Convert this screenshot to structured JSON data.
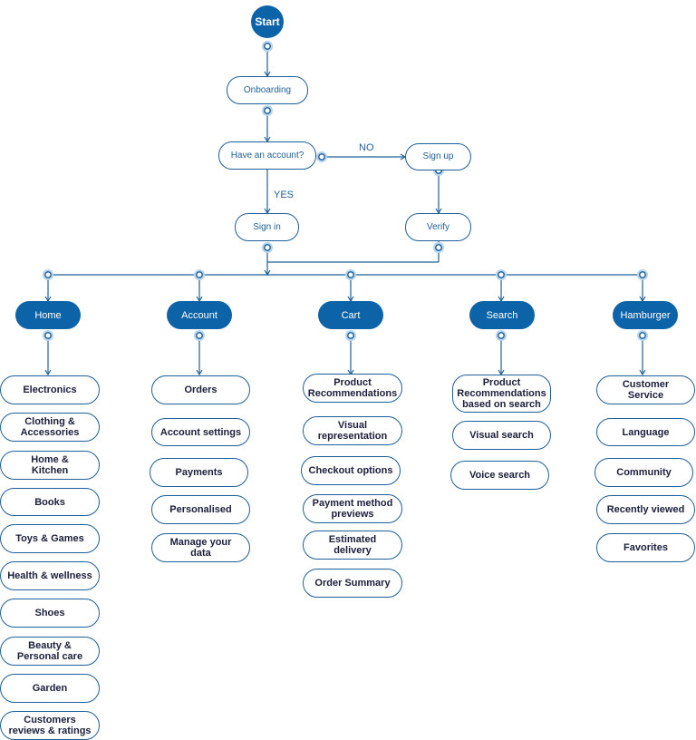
{
  "colors": {
    "accent": "#0d63a8",
    "line": "#1f5f98",
    "connector_halo": "#b3d4ec",
    "leaf_text": "#1b1f3b"
  },
  "flow": {
    "start": "Start",
    "onboarding": "Onboarding",
    "have_account": "Have an account?",
    "sign_up": "Sign up",
    "verify": "Verify",
    "sign_in": "Sign in",
    "label_no": "NO",
    "label_yes": "YES"
  },
  "categories": [
    {
      "label": "Home",
      "items": [
        "Electronics",
        "Clothing &\nAccessories",
        "Home &\nKitchen",
        "Books",
        "Toys & Games",
        "Health & wellness",
        "Shoes",
        "Beauty &\nPersonal care",
        "Garden",
        "Customers\nreviews & ratings"
      ]
    },
    {
      "label": "Account",
      "items": [
        "Orders",
        "Account settings",
        "Payments",
        "Personalised",
        "Manage your\ndata"
      ]
    },
    {
      "label": "Cart",
      "items": [
        "Product\nRecommendations",
        "Visual\nrepresentation",
        "Checkout options",
        "Payment method\npreviews",
        "Estimated\ndelivery",
        "Order Summary"
      ]
    },
    {
      "label": "Search",
      "items": [
        "Product\nRecommendations\nbased on search",
        "Visual search",
        "Voice search"
      ]
    },
    {
      "label": "Hamburger",
      "items": [
        "Customer\nService",
        "Language",
        "Community",
        "Recently viewed",
        "Favorites"
      ]
    }
  ]
}
